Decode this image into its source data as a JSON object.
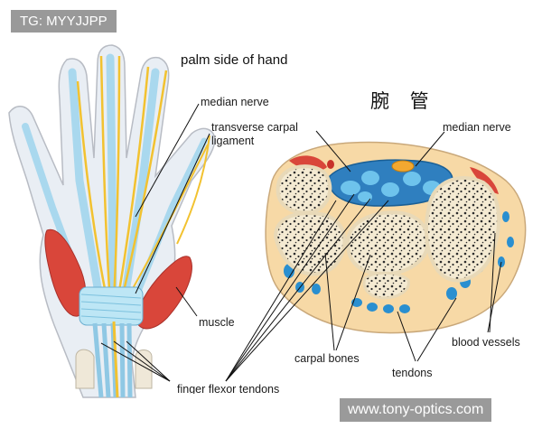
{
  "watermarks": {
    "top_left": "TG: MYYJJPP",
    "bottom_right": "www.tony-optics.com"
  },
  "hand_diagram": {
    "title": "palm side of hand",
    "labels": {
      "median_nerve": "median nerve",
      "transverse_carpal_ligament_line1": "transverse carpal",
      "transverse_carpal_ligament_line2": "ligament",
      "muscle": "muscle",
      "finger_flexor_tendons": "finger flexor tendons"
    }
  },
  "cross_section": {
    "title": "腕 管",
    "labels": {
      "median_nerve": "median nerve",
      "carpal_bones": "carpal bones",
      "tendons": "tendons",
      "blood_vessels": "blood vessels"
    }
  },
  "colors": {
    "skin": "#e9eef4",
    "skin_outline": "#b8bcc4",
    "tendon_blue": "#a9d8ee",
    "nerve_yellow": "#f2c230",
    "muscle_red": "#d9463a",
    "bone_cream": "#f3e6c8",
    "tissue_peach": "#f7d9a6",
    "tendon_dot_blue": "#2a8fd0"
  }
}
